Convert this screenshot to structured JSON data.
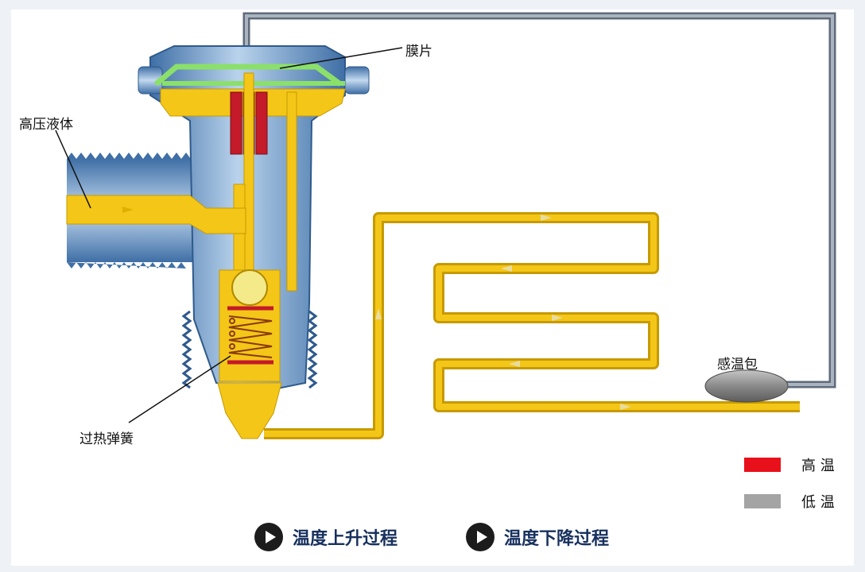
{
  "labels": {
    "diaphragm": "膜片",
    "high_pressure_liquid": "高压液体",
    "superheat_spring": "过热弹簧",
    "sensing_bulb": "感温包"
  },
  "legend": [
    {
      "label": "高 温",
      "color": "#e8101a"
    },
    {
      "label": "低 温",
      "color": "#a4a4a4"
    }
  ],
  "controls": [
    {
      "label": "温度上升过程"
    },
    {
      "label": "温度下降过程"
    }
  ],
  "colors": {
    "liquid": "#f4c618",
    "body_blue": "#7fa6cf",
    "diaphragm": "#8be06a",
    "capillary": "#7e8a99",
    "bulb": "#8a8a8a",
    "hot": "#e8101a",
    "cold": "#a4a4a4"
  }
}
